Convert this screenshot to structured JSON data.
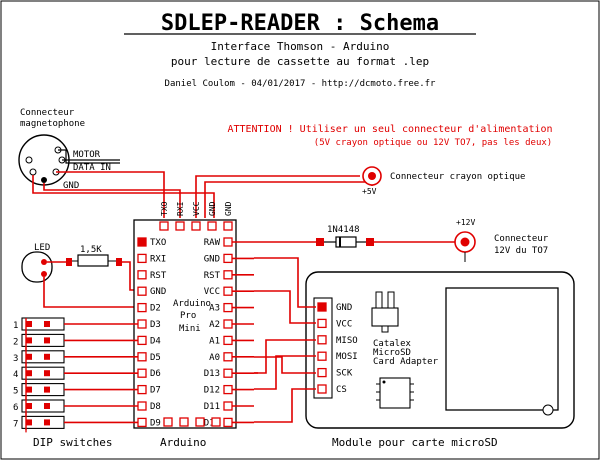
{
  "header": {
    "title": "SDLEP-READER : Schema",
    "subtitle1": "Interface Thomson - Arduino",
    "subtitle2": "pour lecture de cassette au format .lep",
    "author": "Daniel Coulom - 04/01/2017 - http://dcmoto.free.fr"
  },
  "warning": {
    "line1": "ATTENTION !  Utiliser un seul connecteur d'alimentation",
    "line2": "(5V crayon optique ou 12V TO7, pas les deux)"
  },
  "magneto": {
    "label1": "Connecteur",
    "label2": "magnetophone",
    "pins": [
      "MOTOR",
      "DATA IN",
      "GND"
    ]
  },
  "pen": {
    "voltage": "+5V",
    "label": "Connecteur crayon optique"
  },
  "diode": {
    "label": "1N4148"
  },
  "power12": {
    "voltage": "+12V",
    "label1": "Connecteur",
    "label2": "12V du TO7"
  },
  "led": {
    "label": "LED",
    "resistor": "1,5K"
  },
  "arduino": {
    "top_pins": [
      "TXO",
      "RXI",
      "VCC",
      "GND",
      "GND"
    ],
    "left_pins": [
      "TXO",
      "RXI",
      "RST",
      "GND",
      "D2",
      "D3",
      "D4",
      "D5",
      "D6",
      "D7",
      "D8",
      "D9"
    ],
    "right_pins": [
      "RAW",
      "GND",
      "RST",
      "VCC",
      "A3",
      "A2",
      "A1",
      "A0",
      "D13",
      "D12",
      "D11",
      "D10"
    ],
    "name1": "Arduino",
    "name2": "Pro",
    "name3": "Mini",
    "caption": "Arduino"
  },
  "dip": {
    "numbers": [
      "1",
      "2",
      "3",
      "4",
      "5",
      "6",
      "7"
    ],
    "caption": "DIP switches"
  },
  "sd": {
    "pins": [
      "GND",
      "VCC",
      "MISO",
      "MOSI",
      "SCK",
      "CS"
    ],
    "name1": "Catalex",
    "name2": "MicroSD",
    "name3": "Card Adapter",
    "caption": "Module pour carte microSD"
  },
  "colors": {
    "wire": "#e00000",
    "line": "#000000"
  }
}
